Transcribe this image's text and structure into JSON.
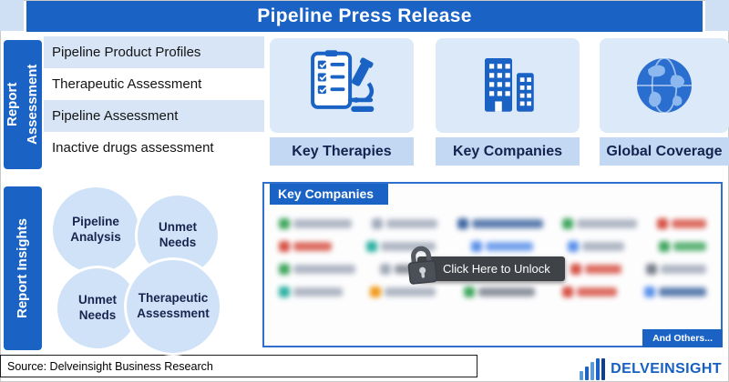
{
  "header": {
    "title": "Pipeline Press Release"
  },
  "report_assessment": {
    "tab_label": "Report Assessment",
    "items": [
      "Pipeline Product Profiles",
      "Therapeutic Assessment",
      "Pipeline Assessment",
      "Inactive drugs assessment"
    ]
  },
  "feature_cards": [
    {
      "label": "Key Therapies",
      "icon": "checklist-microscope-icon"
    },
    {
      "label": "Key Companies",
      "icon": "buildings-icon"
    },
    {
      "label": "Global Coverage",
      "icon": "globe-icon"
    }
  ],
  "report_insights": {
    "tab_label": "Report Insights",
    "circles": [
      "Pipeline Analysis",
      "Unmet Needs",
      "Unmet Needs",
      "Therapeutic Assessment"
    ]
  },
  "key_companies_panel": {
    "title": "Key Companies",
    "unlock_button": "Click Here to Unlock",
    "others_badge": "And Others...",
    "lock_icon": "padlock-icon"
  },
  "footer": {
    "source": "Source: Delveinsight Business Research",
    "brand_name": "DELVEINSIGHT"
  },
  "colors": {
    "primary_blue": "#1a63c5",
    "light_blue": "#d7e5f7",
    "label_blue": "#c3d8f2",
    "dark_navy_text": "#13224e",
    "tooltip_dark": "#3f4247",
    "panel_border": "#2f6fce"
  }
}
